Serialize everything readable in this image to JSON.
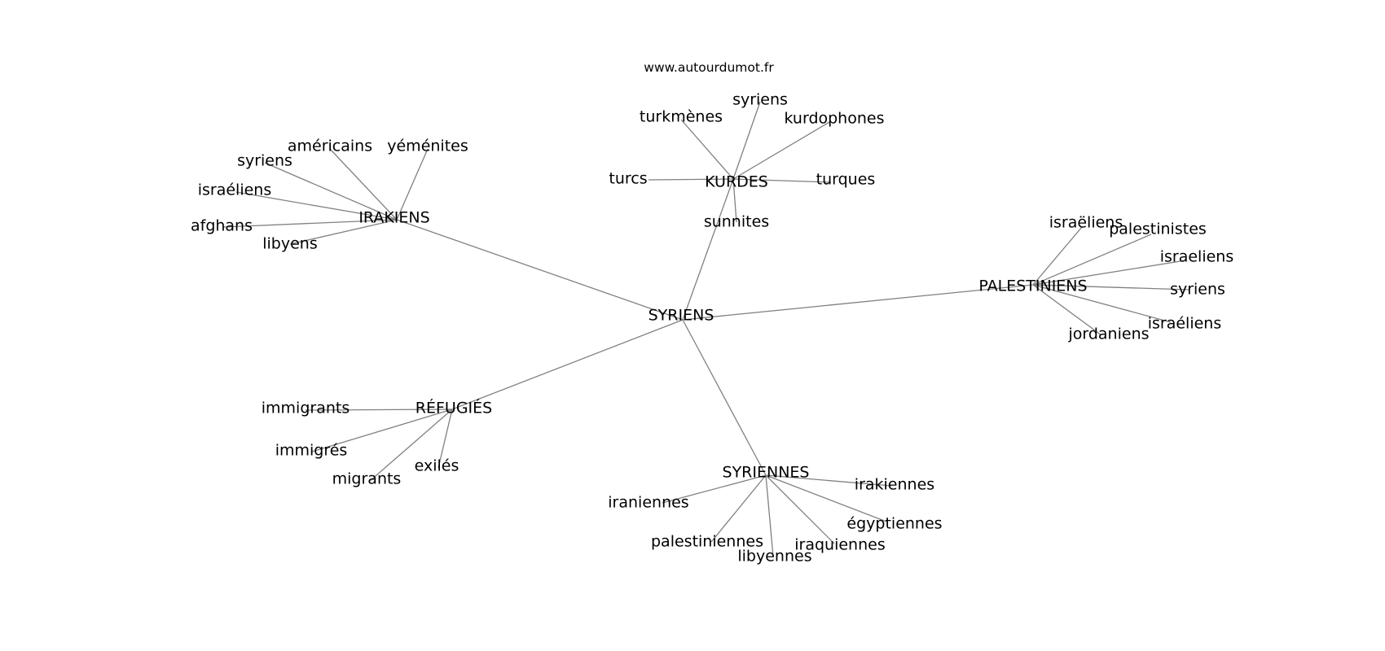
{
  "website": "www.autourdumot.fr",
  "edge_color": "#808080",
  "text_color": "#000000",
  "graph": {
    "center": "SYRIENS",
    "clusters": [
      {
        "id": "irakiens",
        "label": "IRAKIENS",
        "neighbors": [
          "yéménites",
          "américains",
          "syriens",
          "israéliens",
          "afghans",
          "libyens"
        ]
      },
      {
        "id": "kurdes",
        "label": "KURDES",
        "neighbors": [
          "syriens",
          "turkmènes",
          "kurdophones",
          "turcs",
          "turques",
          "sunnites"
        ]
      },
      {
        "id": "palestiniens",
        "label": "PALESTINIENS",
        "neighbors": [
          "israëliens",
          "palestinistes",
          "israeliens",
          "syriens",
          "israéliens",
          "jordaniens"
        ]
      },
      {
        "id": "refugies",
        "label": "RÉFUGIÉS",
        "neighbors": [
          "immigrants",
          "immigrés",
          "exilés",
          "migrants"
        ]
      },
      {
        "id": "syriennes",
        "label": "SYRIENNES",
        "neighbors": [
          "irakiennes",
          "égyptiennes",
          "iraquiennes",
          "libyennes",
          "palestiniennes",
          "iraniennes"
        ]
      }
    ]
  }
}
